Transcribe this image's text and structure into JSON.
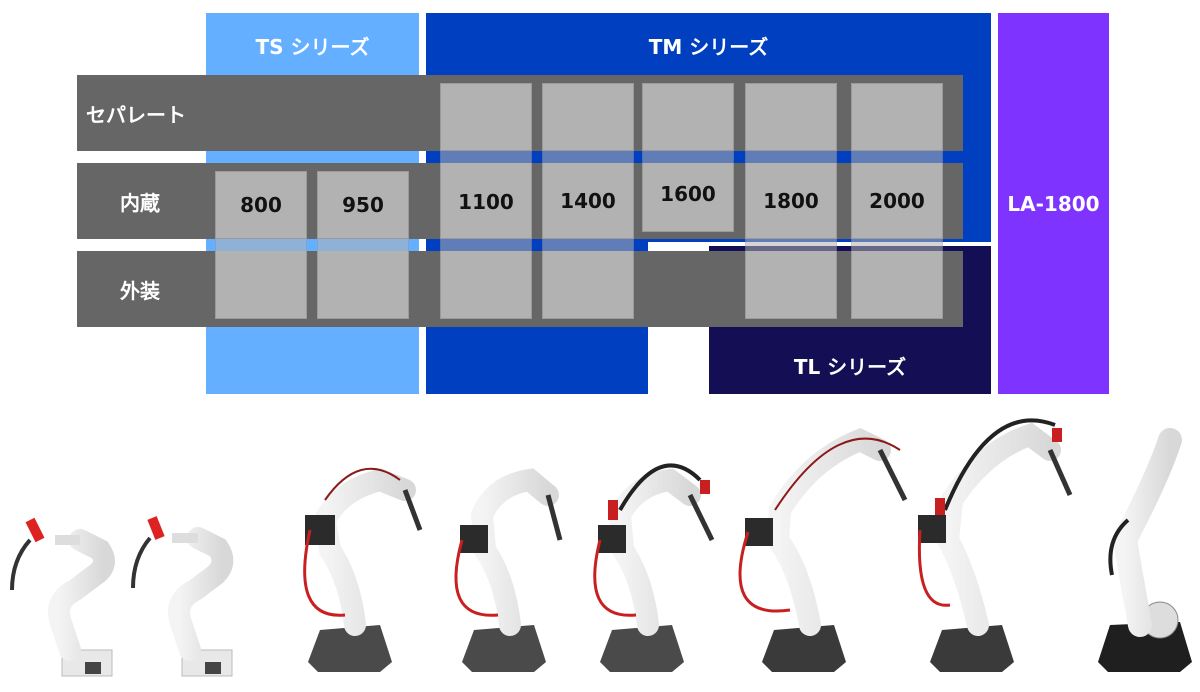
{
  "series": {
    "ts": {
      "label": "TS シリーズ",
      "color": "#64AFFF"
    },
    "tm": {
      "label": "TM シリーズ",
      "color": "#0040C0"
    },
    "tl": {
      "label": "TL シリーズ",
      "color": "#140F55"
    },
    "la": {
      "label": "LA-1800",
      "color": "#7F33FF"
    }
  },
  "rows": [
    {
      "label": "セパレート"
    },
    {
      "label": "内蔵"
    },
    {
      "label": "外装"
    }
  ],
  "models": [
    "800",
    "950",
    "1100",
    "1400",
    "1600",
    "1800",
    "2000"
  ],
  "colors": {
    "row": "#666666",
    "cell": "#B3B3B3",
    "background": "#FFFFFF"
  },
  "robots": [
    {
      "name": "TS-800 robot",
      "torch": "red"
    },
    {
      "name": "TS-950 robot",
      "torch": "red"
    },
    {
      "name": "TM-1100 robot",
      "cable": "red"
    },
    {
      "name": "TM-1400 robot",
      "cable": "red"
    },
    {
      "name": "TM-1600 robot",
      "cable": "black/red"
    },
    {
      "name": "TM-1800 robot",
      "cable": "red"
    },
    {
      "name": "TM-2000 robot",
      "cable": "black/red"
    },
    {
      "name": "LA-1800 robot",
      "cable": "black"
    }
  ]
}
